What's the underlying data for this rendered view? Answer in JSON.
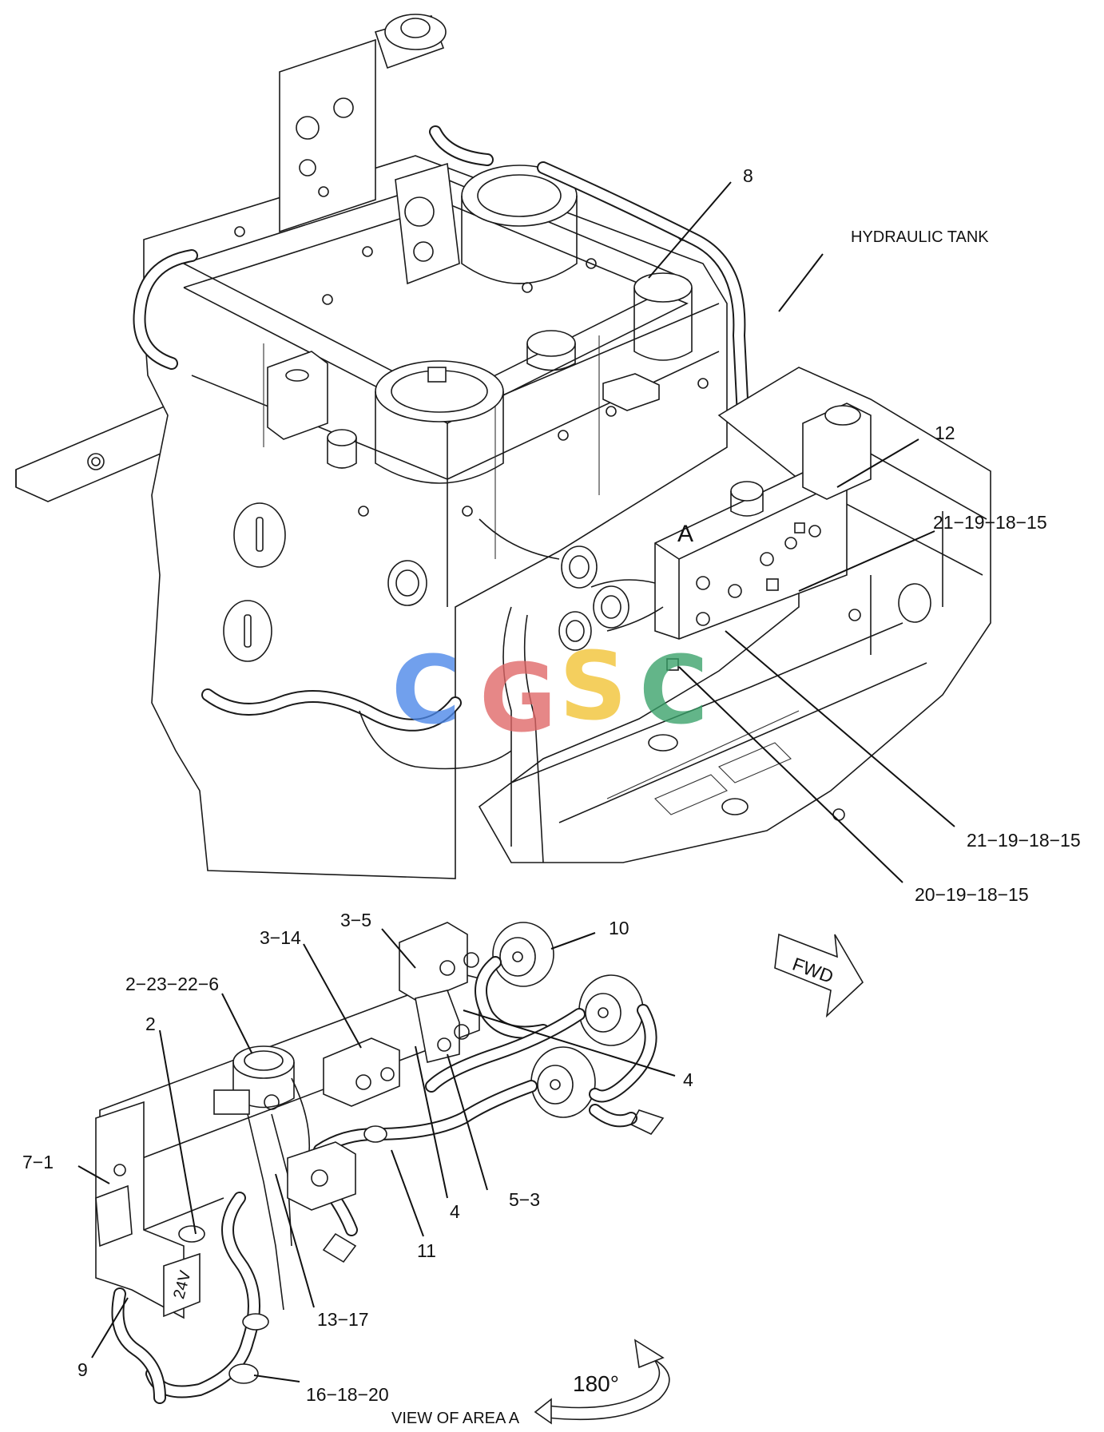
{
  "callouts": {
    "c8": "8",
    "hydraulic_tank": "HYDRAULIC TANK",
    "c12": "12",
    "c21_19_18_15_top": "21−19−18−15",
    "area_a": "A",
    "c21_19_18_15_bottom": "21−19−18−15",
    "c20_19_18_15": "20−19−18−15",
    "c3_5": "3−5",
    "c10": "10",
    "c3_14": "3−14",
    "c2_23_22_6": "2−23−22−6",
    "c2": "2",
    "c4_right": "4",
    "c7_1": "7−1",
    "c4_lower": "4",
    "c5_3": "5−3",
    "c11": "11",
    "c13_17": "13−17",
    "c9": "9",
    "c16_18_20": "16−18−20",
    "view_of_area": "VIEW OF AREA  A",
    "rotation": "180°",
    "fwd": "FWD",
    "voltage": "24V"
  },
  "watermark": {
    "letters": [
      "C",
      "G",
      "S",
      "C"
    ],
    "colors": [
      "#4a86e8",
      "#e06666",
      "#f1c232",
      "#38a169"
    ]
  }
}
